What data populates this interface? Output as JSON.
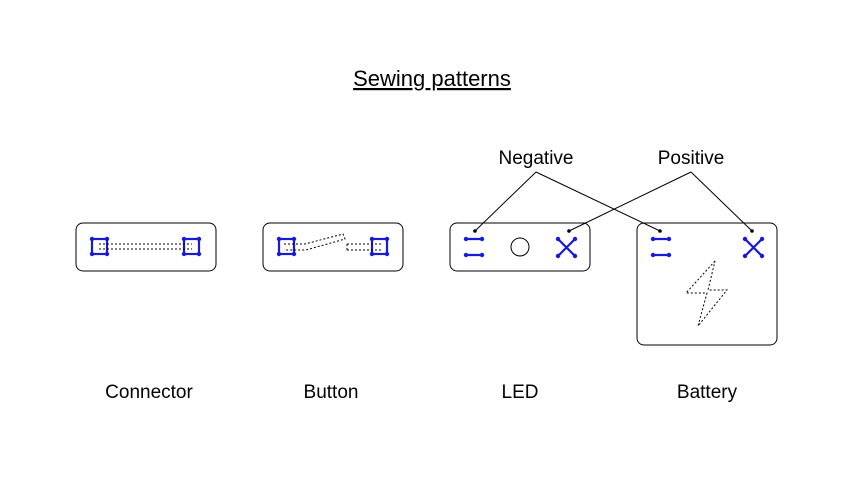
{
  "title": "Sewing patterns",
  "callouts": {
    "negative": "Negative",
    "positive": "Positive"
  },
  "components": [
    {
      "id": "connector",
      "label": "Connector"
    },
    {
      "id": "button",
      "label": "Button"
    },
    {
      "id": "led",
      "label": "LED"
    },
    {
      "id": "battery",
      "label": "Battery"
    }
  ],
  "colors": {
    "stitch": "#1a1ad6",
    "outline": "#000000",
    "background": "#ffffff"
  }
}
